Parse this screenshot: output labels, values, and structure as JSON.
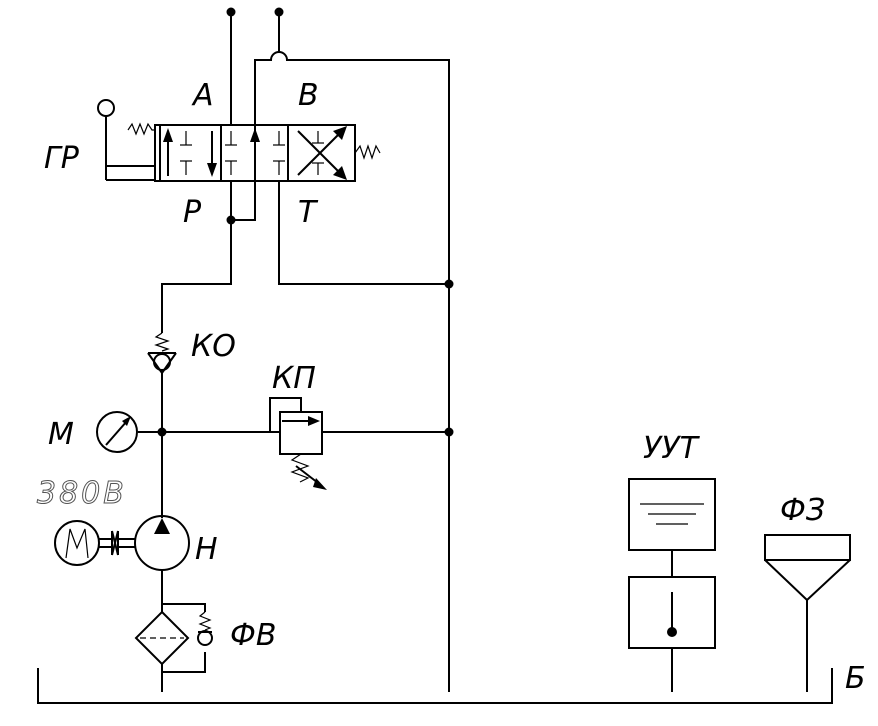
{
  "labels": {
    "gr": "ГР",
    "a": "A",
    "b": "B",
    "p": "P",
    "t": "T",
    "ko": "КО",
    "kp": "КП",
    "m": "М",
    "voltage": "380В",
    "n": "Н",
    "fv": "ФВ",
    "uut": "УУТ",
    "fz": "ФЗ",
    "tank": "Б"
  },
  "colors": {
    "line": "#000000",
    "voltage_outline": "#555555"
  }
}
